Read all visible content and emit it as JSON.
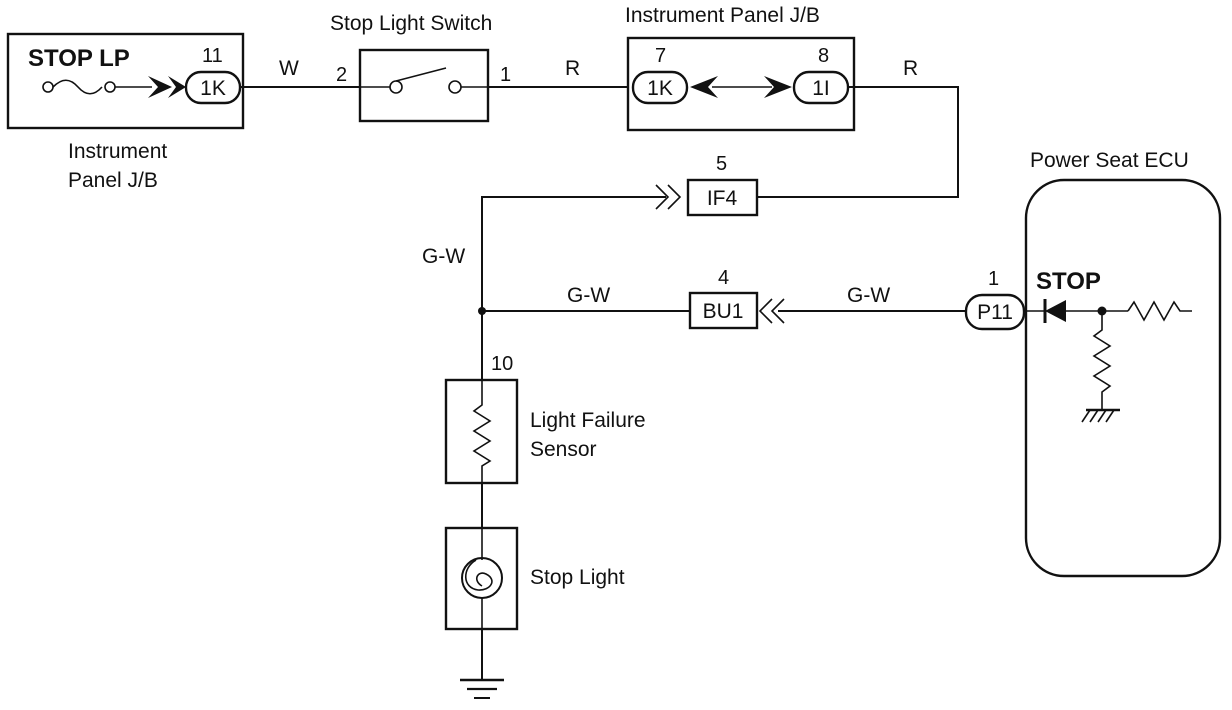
{
  "labels": {
    "stop_lp": "STOP LP",
    "jb_left_line1": "Instrument",
    "jb_left_line2": "Panel J/B",
    "stop_light_switch": "Stop Light Switch",
    "jb_top": "Instrument Panel J/B",
    "power_seat_ecu": "Power Seat ECU",
    "stop": "STOP",
    "light_failure_line1": "Light Failure",
    "light_failure_line2": "Sensor",
    "stop_light": "Stop Light"
  },
  "connectors": {
    "c1k_left": "1K",
    "c1k_mid": "1K",
    "c1i": "1I",
    "if4": "IF4",
    "bu1": "BU1",
    "p11": "P11"
  },
  "pins": {
    "p11_left": "11",
    "sw2": "2",
    "sw1": "1",
    "jb7": "7",
    "jb8": "8",
    "if4_5": "5",
    "bu1_4": "4",
    "p11_1": "1",
    "lfs_10": "10"
  },
  "wires": {
    "w1": "W",
    "r1": "R",
    "r2": "R",
    "gw1": "G-W",
    "gw2": "G-W",
    "gw3": "G-W"
  }
}
